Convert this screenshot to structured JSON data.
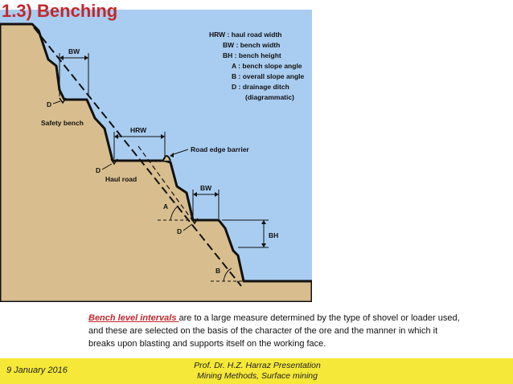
{
  "slide": {
    "title": "1.3) Benching"
  },
  "diagram": {
    "legend": [
      "HRW : haul road width",
      "BW : bench width",
      "BH : bench height",
      "A : bench slope angle",
      "B : overall slope angle",
      "D : drainage ditch",
      "(diagrammatic)"
    ],
    "labels": {
      "bw_top": "BW",
      "d_top": "D",
      "safety_bench": "Safety bench",
      "hrw": "HRW",
      "road_edge_barrier": "Road edge barrier",
      "d_mid": "D",
      "haul_road": "Haul road",
      "bw_mid": "BW",
      "a": "A",
      "d_low": "D",
      "bh": "BH",
      "b": "B"
    },
    "colors": {
      "water": "#a9cdf0",
      "rock": "#d8be8e",
      "outline": "#111111"
    }
  },
  "caption": {
    "lead": "Bench level intervals ",
    "body": "are to a large measure determined by the type of shovel or loader used, and these are selected on the basis of the character of the ore and the manner in which it breaks upon blasting and supports itself on the working face."
  },
  "footer": {
    "date": "9 January 2016",
    "credit_line1": "Prof. Dr. H.Z. Harraz Presentation",
    "credit_line2": "Mining Methods, Surface mining"
  }
}
